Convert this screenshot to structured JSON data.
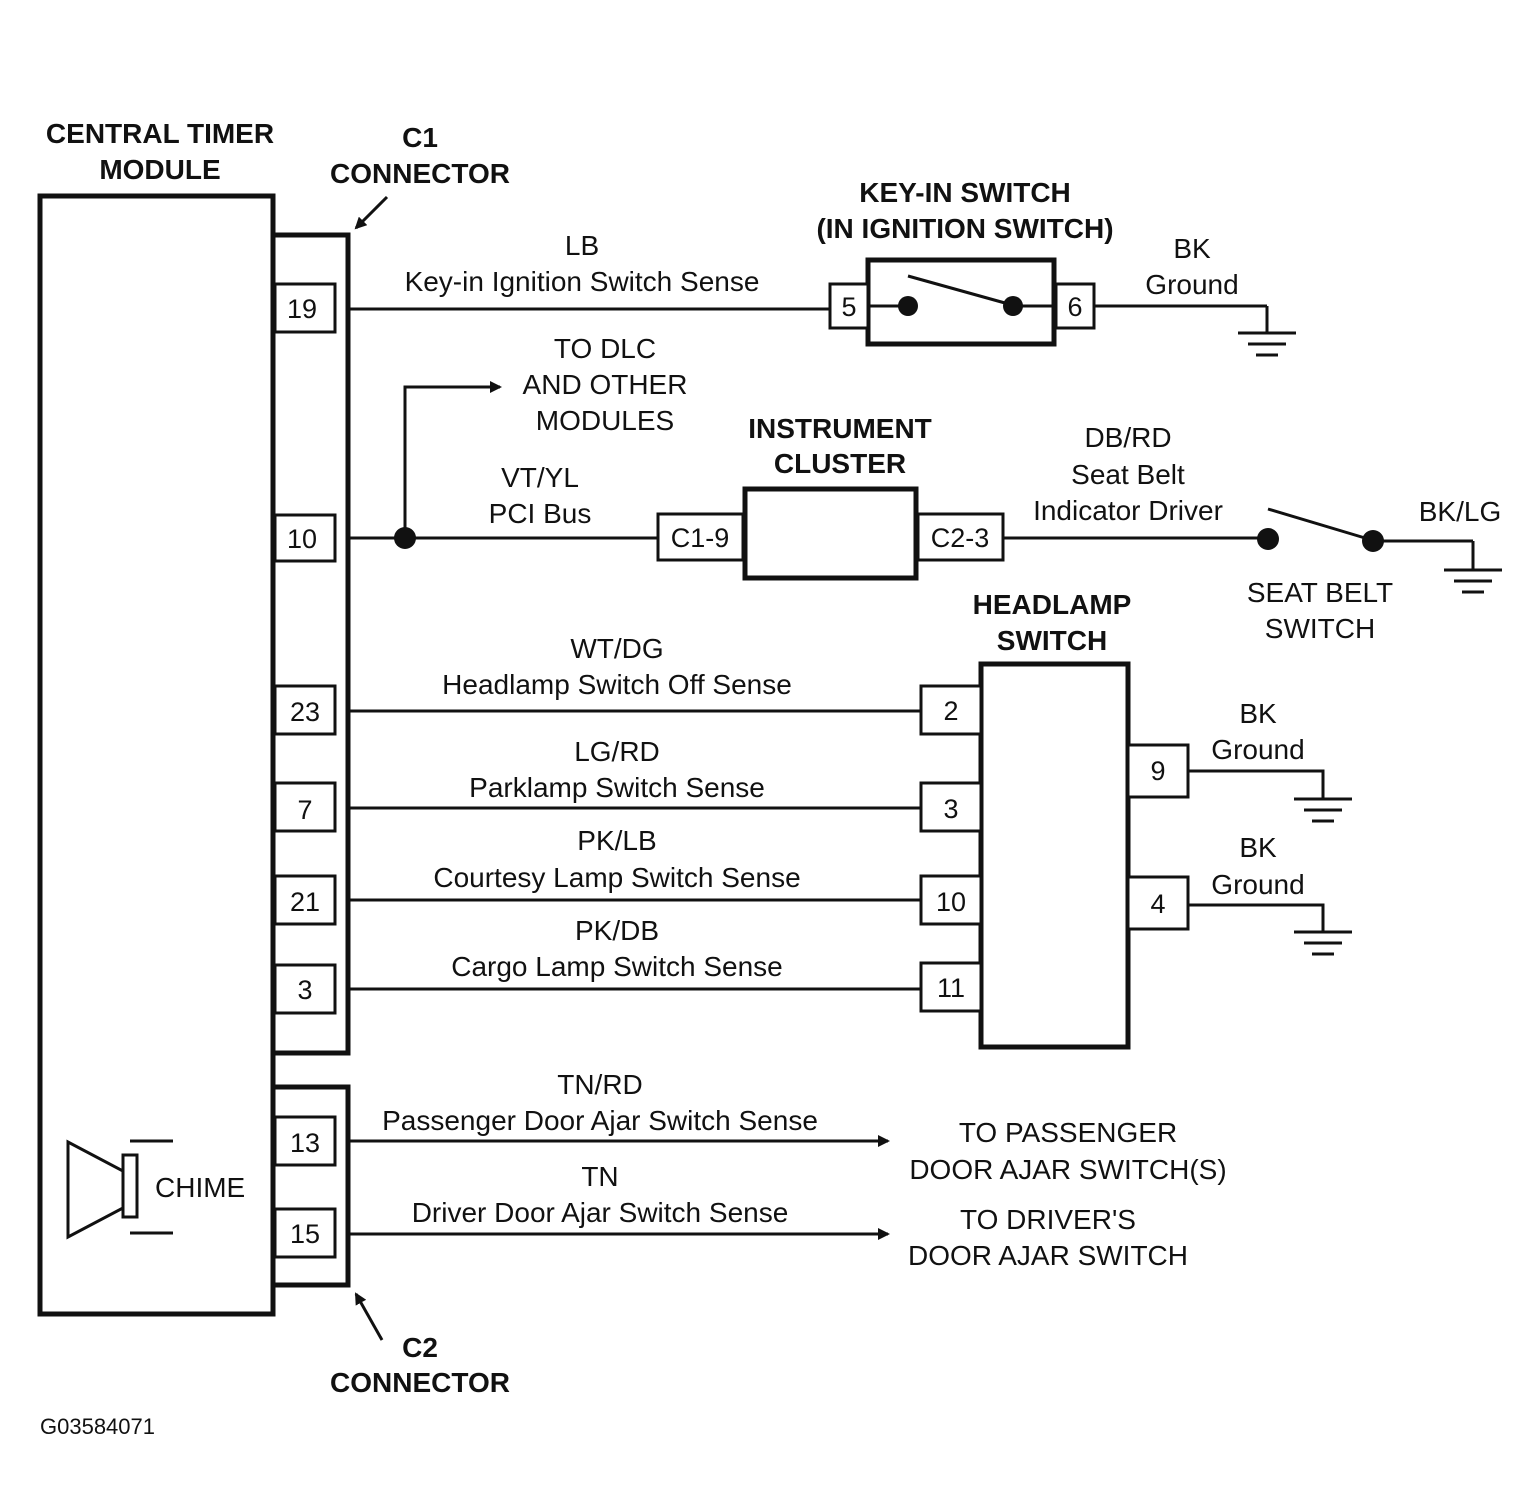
{
  "module": {
    "title_line1": "CENTRAL TIMER",
    "title_line2": "MODULE",
    "chime": "CHIME"
  },
  "connectors": {
    "c1_line1": "C1",
    "c1_line2": "CONNECTOR",
    "c2_line1": "C2",
    "c2_line2": "CONNECTOR"
  },
  "c1_pins": [
    "19",
    "10",
    "23",
    "7",
    "21",
    "3"
  ],
  "c2_pins": [
    "13",
    "15"
  ],
  "key_in_switch": {
    "title_line1": "KEY-IN SWITCH",
    "title_line2": "(IN IGNITION SWITCH)",
    "pin_in": "5",
    "pin_out": "6",
    "ground_color": "BK",
    "ground_label": "Ground"
  },
  "circuits": {
    "key_in": {
      "color": "LB",
      "name": "Key-in Ignition Switch Sense"
    },
    "pci": {
      "color": "VT/YL",
      "name": "PCI Bus"
    },
    "dlc_line1": "TO DLC",
    "dlc_line2": "AND OTHER",
    "dlc_line3": "MODULES",
    "seat_belt": {
      "color": "DB/RD",
      "name_line1": "Seat Belt",
      "name_line2": "Indicator Driver"
    },
    "headlamp_off": {
      "color": "WT/DG",
      "name": "Headlamp Switch Off Sense"
    },
    "parklamp": {
      "color": "LG/RD",
      "name": "Parklamp Switch Sense"
    },
    "courtesy": {
      "color": "PK/LB",
      "name": "Courtesy Lamp Switch Sense"
    },
    "cargo": {
      "color": "PK/DB",
      "name": "Cargo Lamp Switch Sense"
    },
    "passenger_door": {
      "color": "TN/RD",
      "name": "Passenger Door Ajar Switch Sense"
    },
    "driver_door": {
      "color": "TN",
      "name": "Driver Door Ajar Switch Sense"
    }
  },
  "instrument_cluster": {
    "title_line1": "INSTRUMENT",
    "title_line2": "CLUSTER",
    "pin_in": "C1-9",
    "pin_out": "C2-3"
  },
  "seat_belt_switch": {
    "label_line1": "SEAT BELT",
    "label_line2": "SWITCH",
    "ground_color": "BK/LG"
  },
  "headlamp_switch": {
    "title_line1": "HEADLAMP",
    "title_line2": "SWITCH",
    "pins_in": [
      "2",
      "3",
      "10",
      "11"
    ],
    "pin_gnd1": "9",
    "pin_gnd2": "4",
    "gnd1_color": "BK",
    "gnd1_label": "Ground",
    "gnd2_color": "BK",
    "gnd2_label": "Ground"
  },
  "destinations": {
    "passenger_line1": "TO PASSENGER",
    "passenger_line2": "DOOR AJAR SWITCH(S)",
    "driver_line1": "TO DRIVER'S",
    "driver_line2": "DOOR AJAR SWITCH"
  },
  "figure_id": "G03584071"
}
